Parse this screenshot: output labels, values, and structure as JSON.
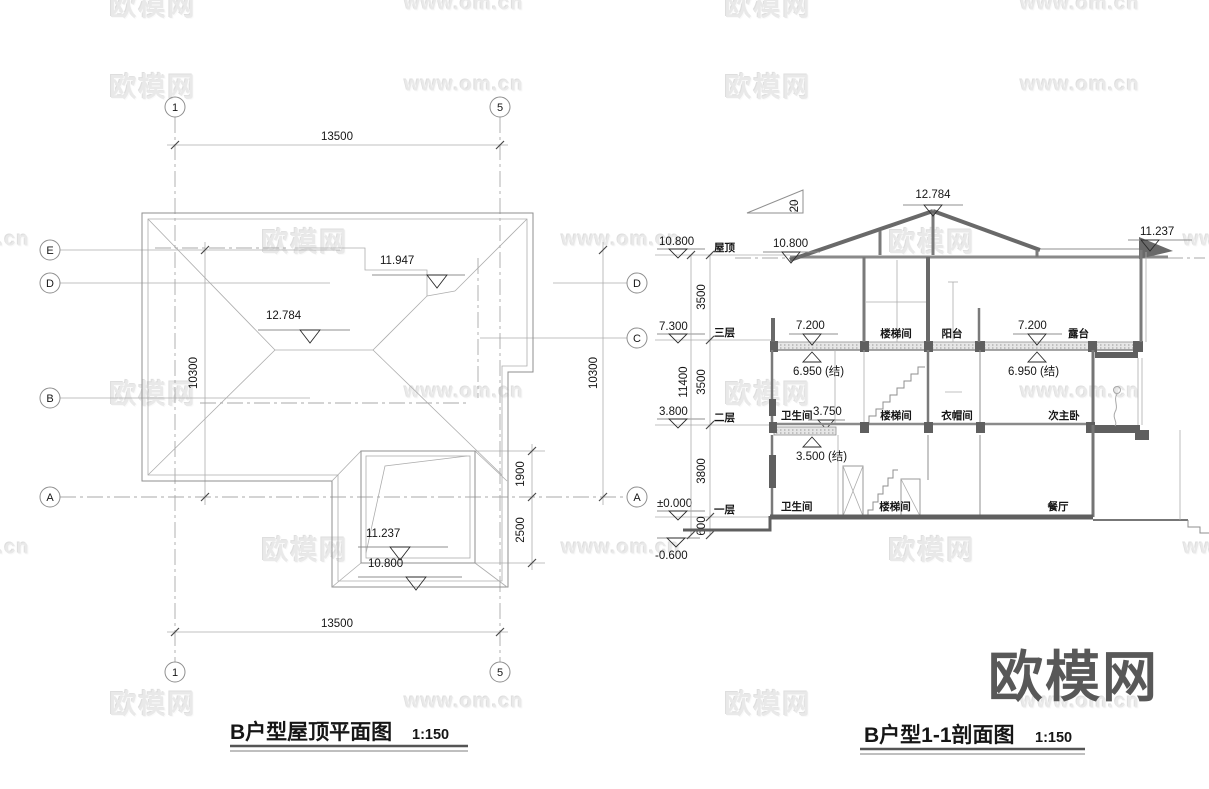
{
  "watermarks": {
    "brand": "欧模网",
    "site": "www.om.cn"
  },
  "logo": "欧模网",
  "plan": {
    "title": "B户型屋顶平面图",
    "scale": "1:150",
    "grid_top": [
      "1",
      "5"
    ],
    "grid_bottom": [
      "1",
      "5"
    ],
    "grid_left": [
      "E",
      "D",
      "B",
      "A"
    ],
    "grid_right": [
      "D",
      "C",
      "A"
    ],
    "dim_top": "13500",
    "dim_bottom": "13500",
    "dim_left": "10300",
    "dim_right": "10300",
    "dim_1900": "1900",
    "dim_2500": "2500",
    "lvl_ridge": "12.784",
    "lvl_upper": "11.947",
    "lvl_dormer": "11.237",
    "lvl_eave": "10.800"
  },
  "section": {
    "title": "B户型1-1剖面图",
    "scale": "1:150",
    "slope": "20",
    "levels": [
      {
        "v": "10.800",
        "n": "屋顶",
        "d": "3500"
      },
      {
        "v": "7.300",
        "n": "三层",
        "d": "3500"
      },
      {
        "v": "3.800",
        "n": "二层",
        "d": "3800"
      },
      {
        "v": "±0.000",
        "n": "一层",
        "d": "600"
      }
    ],
    "total": "11400",
    "below": "-0.600",
    "peak": "12.784",
    "eave_left": "10.800",
    "eave_right": "11.237",
    "f3_left_lvl": "7.200",
    "f3_right_lvl": "7.200",
    "f3_rooms": [
      "楼梯间",
      "阳台",
      "露台"
    ],
    "struct_left": "6.950 (结)",
    "struct_right": "6.950 (结)",
    "f2_rooms": [
      "卫生间",
      "楼梯间",
      "衣帽间",
      "次主卧"
    ],
    "f2_lvl": "3.750",
    "f2_struct": "3.500 (结)",
    "f1_rooms": [
      "卫生间",
      "楼梯间",
      "餐厅"
    ]
  }
}
